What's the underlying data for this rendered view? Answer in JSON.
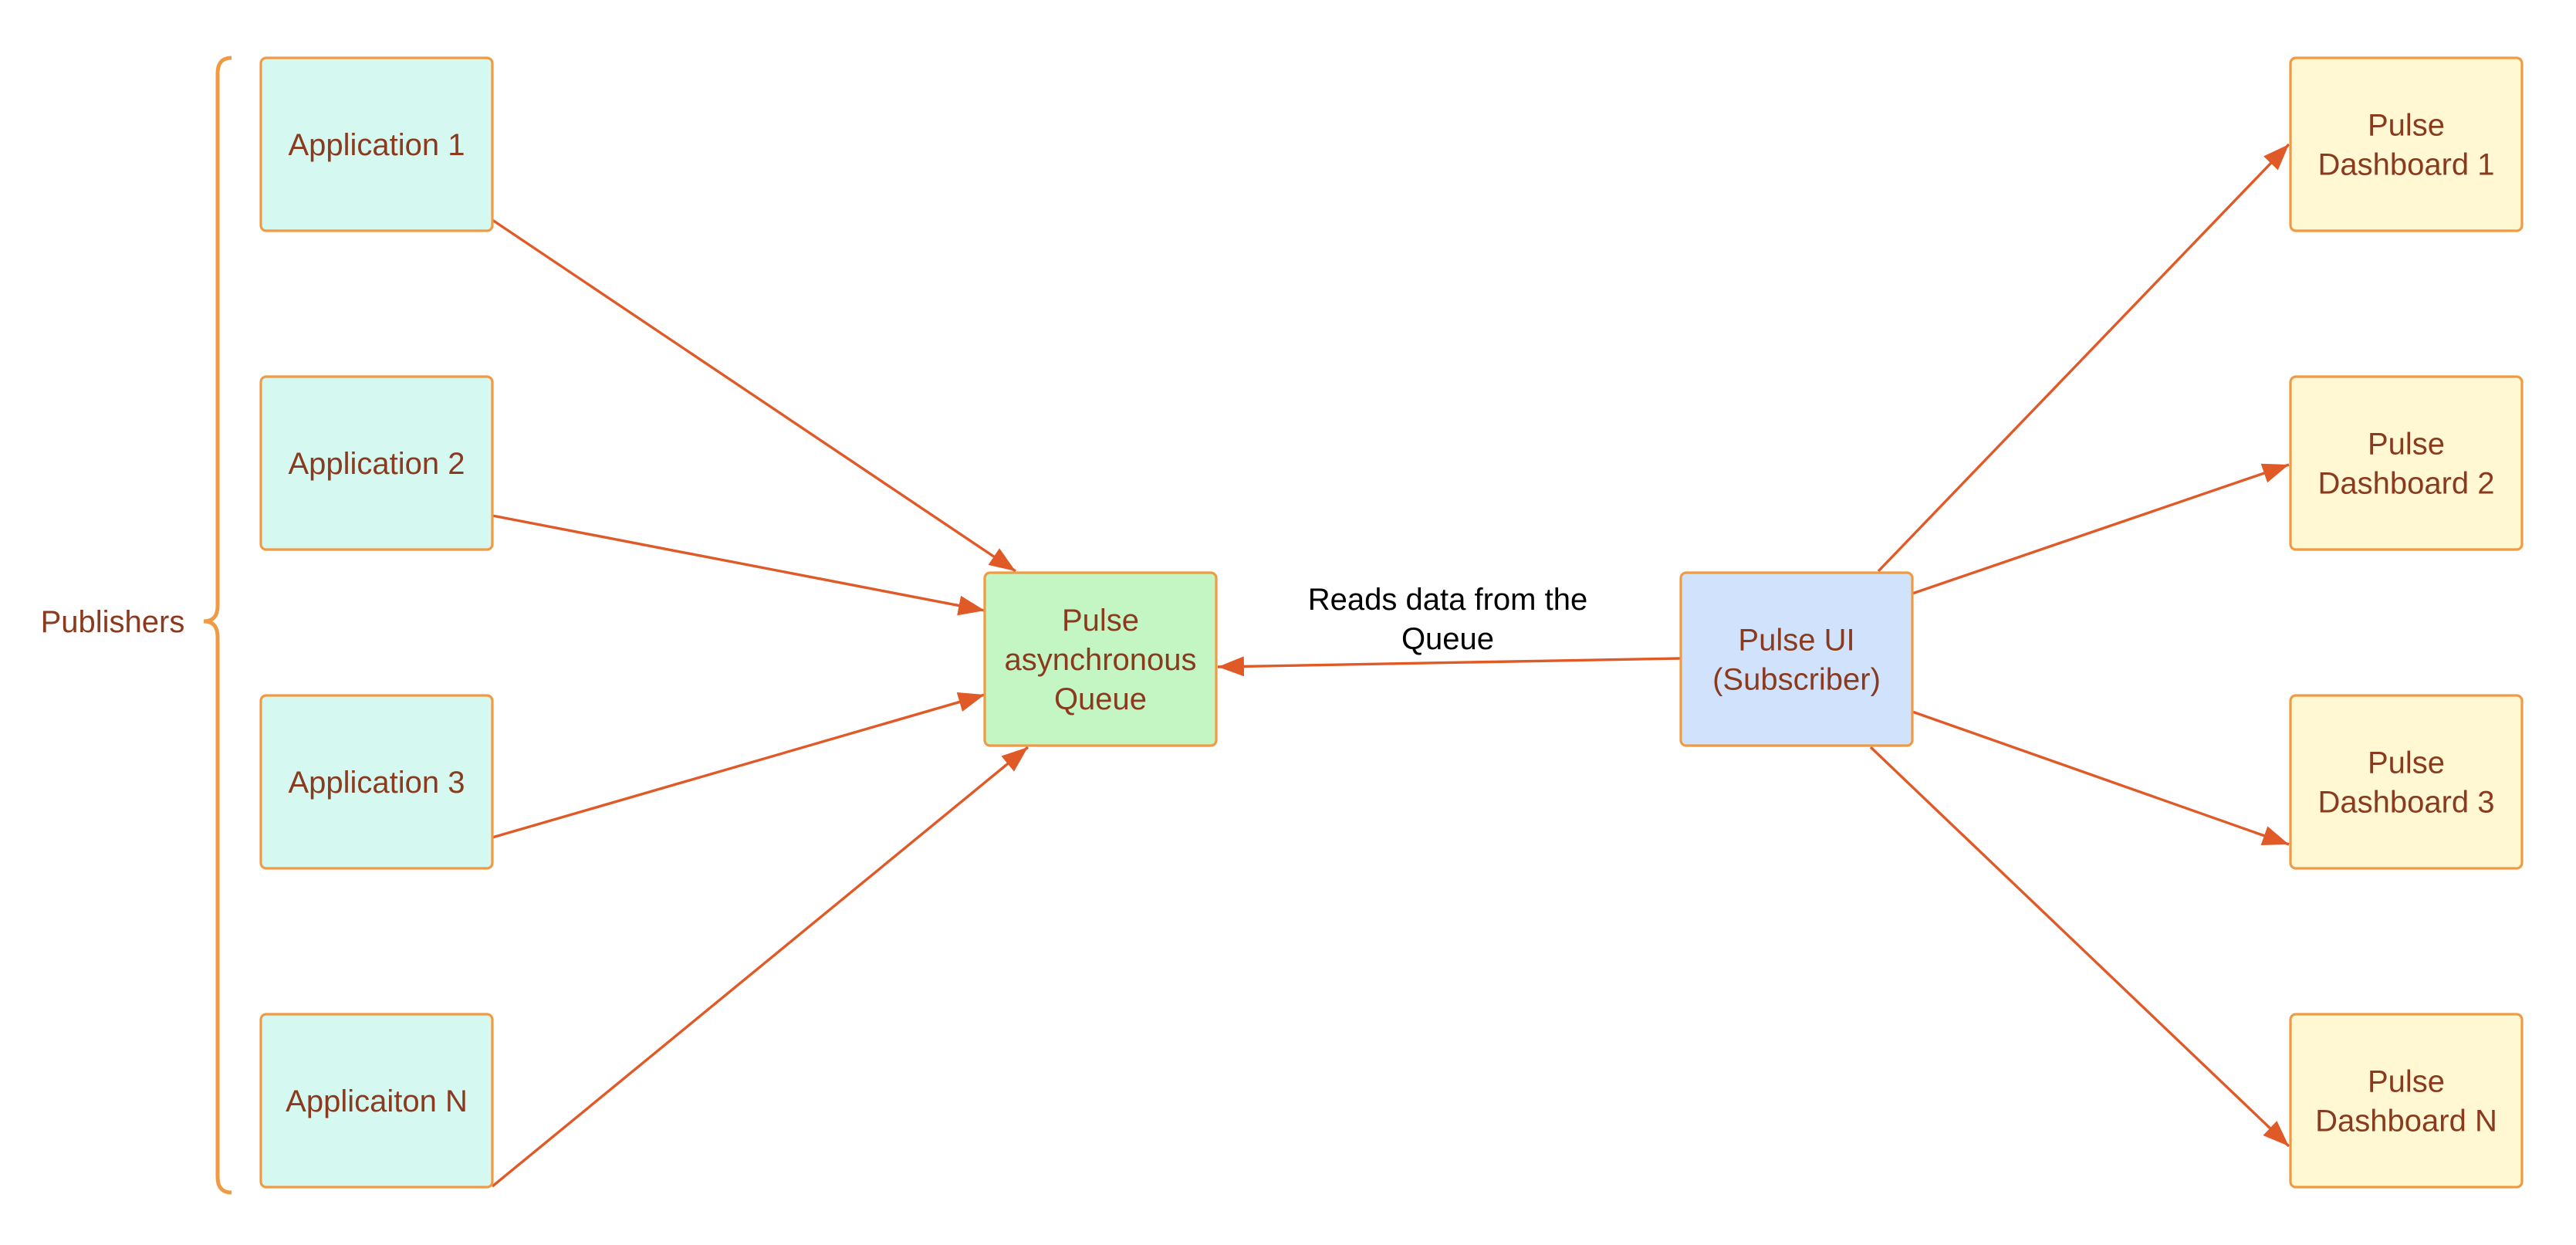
{
  "colors": {
    "publisher_fill": "#d5f8f0",
    "queue_fill": "#c4f6c4",
    "subscriber_fill": "#d1e3fc",
    "dashboard_fill": "#fff8d3",
    "box_border": "#f09a43",
    "connector": "#e05a28",
    "node_text": "#8a3a1e",
    "edge_label_text": "#000000"
  },
  "group": {
    "label": "Publishers"
  },
  "nodes": [
    {
      "id": "app1",
      "kind": "publisher",
      "lines": [
        "Application 1"
      ]
    },
    {
      "id": "app2",
      "kind": "publisher",
      "lines": [
        "Application 2"
      ]
    },
    {
      "id": "app3",
      "kind": "publisher",
      "lines": [
        "Application 3"
      ]
    },
    {
      "id": "appN",
      "kind": "publisher",
      "lines": [
        "Applicaiton N"
      ]
    },
    {
      "id": "queue",
      "kind": "queue",
      "lines": [
        "Pulse",
        "asynchronous",
        "Queue"
      ]
    },
    {
      "id": "ui",
      "kind": "subscriber",
      "lines": [
        "Pulse UI",
        "(Subscriber)"
      ]
    },
    {
      "id": "dash1",
      "kind": "dashboard",
      "lines": [
        "Pulse",
        "Dashboard 1"
      ]
    },
    {
      "id": "dash2",
      "kind": "dashboard",
      "lines": [
        "Pulse",
        "Dashboard 2"
      ]
    },
    {
      "id": "dash3",
      "kind": "dashboard",
      "lines": [
        "Pulse",
        "Dashboard 3"
      ]
    },
    {
      "id": "dashN",
      "kind": "dashboard",
      "lines": [
        "Pulse",
        "Dashboard N"
      ]
    }
  ],
  "edges": [
    {
      "from": "app1",
      "to": "queue",
      "label": ""
    },
    {
      "from": "app2",
      "to": "queue",
      "label": ""
    },
    {
      "from": "app3",
      "to": "queue",
      "label": ""
    },
    {
      "from": "appN",
      "to": "queue",
      "label": ""
    },
    {
      "from": "ui",
      "to": "queue",
      "label_lines": [
        "Reads data from the",
        "Queue"
      ]
    },
    {
      "from": "ui",
      "to": "dash1",
      "label": ""
    },
    {
      "from": "ui",
      "to": "dash2",
      "label": ""
    },
    {
      "from": "ui",
      "to": "dash3",
      "label": ""
    },
    {
      "from": "ui",
      "to": "dashN",
      "label": ""
    }
  ]
}
